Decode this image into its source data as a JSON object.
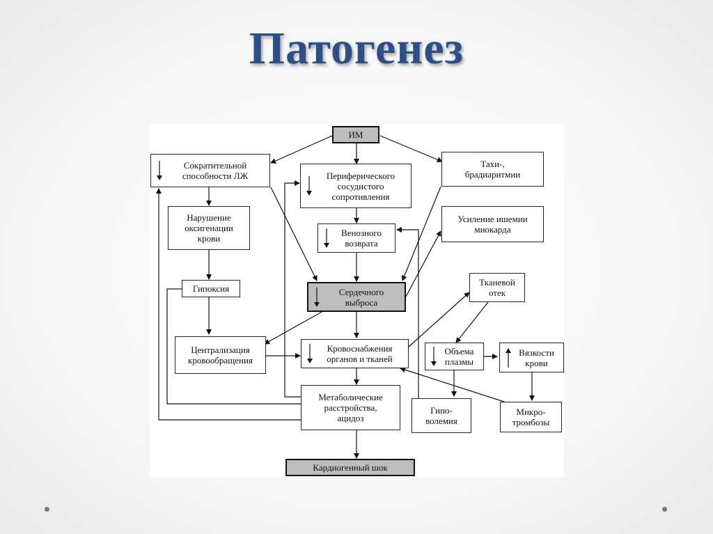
{
  "slide": {
    "title": "Патогенез"
  },
  "diagram": {
    "im": "ИМ",
    "contractility": "Сократительной\nспособности ЛЖ",
    "peripheral_resistance": "Периферического\nсосудистого\nсопротивления",
    "arrhythmia": "Тахи-,\nбрадиаритмии",
    "oxygenation": "Нарушение\nоксигенации\nкрови",
    "venous_return": "Венозного\nвозврата",
    "ischemia": "Усиление ишемии\nмиокарда",
    "hypoxia": "Гипоксия",
    "cardiac_output": "Сердечного\nвыброса",
    "tissue_edema": "Тканевой\nотек",
    "centralization": "Централизация\nкровообращения",
    "blood_supply": "Кровоснабжения\nорганов и тканей",
    "plasma_volume": "Объема\nплазмы",
    "viscosity": "Вязкости\nкрови",
    "metabolic": "Метаболические\nрасстройства,\nацидоз",
    "hypovolemia": "Гипо-\nволемия",
    "microthrombosis": "Микро-\nтромбозы",
    "cardiogenic_shock": "Кардиогенный шок"
  }
}
